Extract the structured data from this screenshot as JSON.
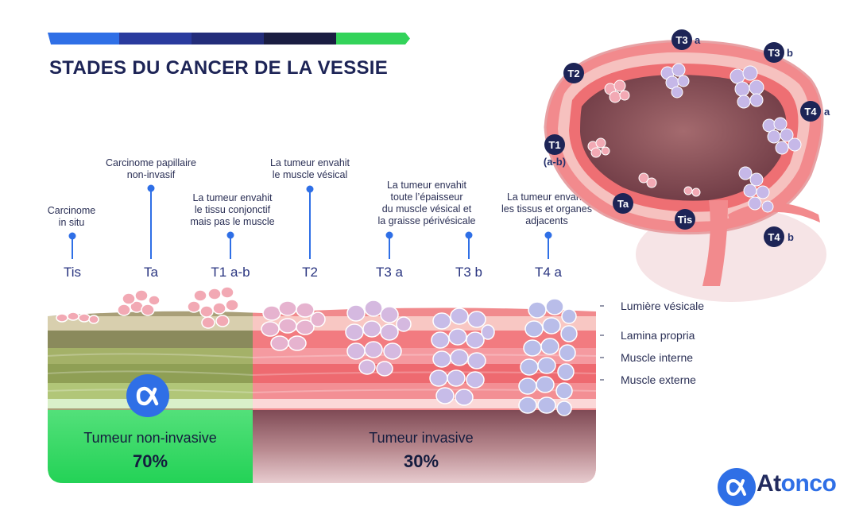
{
  "title": "STADES DU CANCER DE LA VESSIE",
  "colors": {
    "accent_blue": "#2f6fe6",
    "navy": "#2a3580",
    "green": "#33d35a",
    "tissue_red": "#ef6f73",
    "tumor_pink": "#f2a9b4",
    "tumor_lavender": "#b7b9ea",
    "invasive_bg": "#a46b72"
  },
  "stages": [
    {
      "label": "Tis",
      "desc": [
        "Carcinome",
        "in situ"
      ]
    },
    {
      "label": "Ta",
      "desc": [
        "Carcinome papillaire",
        "non-invasif"
      ]
    },
    {
      "label": "T1 a-b",
      "desc": [
        "La tumeur envahit",
        "le tissu conjonctif",
        "mais pas le muscle"
      ]
    },
    {
      "label": "T2",
      "desc": [
        "La tumeur envahit",
        "le muscle vésical"
      ]
    },
    {
      "label": "T3 a",
      "desc": [
        "La tumeur envahit",
        "toute l’épaisseur",
        "du muscle vésical et",
        "la graisse périvésicale"
      ]
    },
    {
      "label": "T3 b",
      "desc": []
    },
    {
      "label": "T4 a",
      "desc": [
        "La tumeur envahit",
        "les tissus et organes",
        "adjacents"
      ]
    }
  ],
  "layers": [
    "Lumière vésicale",
    "Lamina propria",
    "Muscle interne",
    "Muscle externe"
  ],
  "bottom": {
    "noninvasive": {
      "label": "Tumeur non-invasive",
      "percent": "70%"
    },
    "invasive": {
      "label": "Tumeur invasive",
      "percent": "30%"
    }
  },
  "bladder_badges": [
    {
      "badge": "T3",
      "side": "a"
    },
    {
      "badge": "T3",
      "side": "b"
    },
    {
      "badge": "T2",
      "side": ""
    },
    {
      "badge": "T4",
      "side": "a"
    },
    {
      "badge": "T1",
      "side": "(a-b)"
    },
    {
      "badge": "Ta",
      "side": ""
    },
    {
      "badge": "Tis",
      "side": ""
    },
    {
      "badge": "T4",
      "side": "b"
    }
  ],
  "brand": {
    "name_prefix": "At",
    "name_suffix": "onco"
  },
  "icons": {
    "logo": "alpha-logo-icon"
  }
}
